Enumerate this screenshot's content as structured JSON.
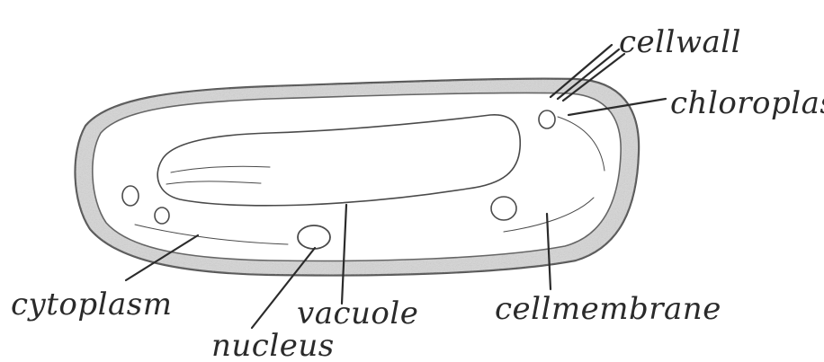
{
  "labels": {
    "cell_wall": "cellwall",
    "chloroplast": "chloroplast",
    "cytoplasm": "cytoplasm",
    "nucleus": "nucleus",
    "vacuole": "vacuole",
    "cell_membrane": "cellmembrane"
  },
  "colors": {
    "pencil": "#4a4a4a",
    "ink": "#2a2a2a",
    "shading": "#c9c9c9",
    "background": "#ffffff"
  }
}
